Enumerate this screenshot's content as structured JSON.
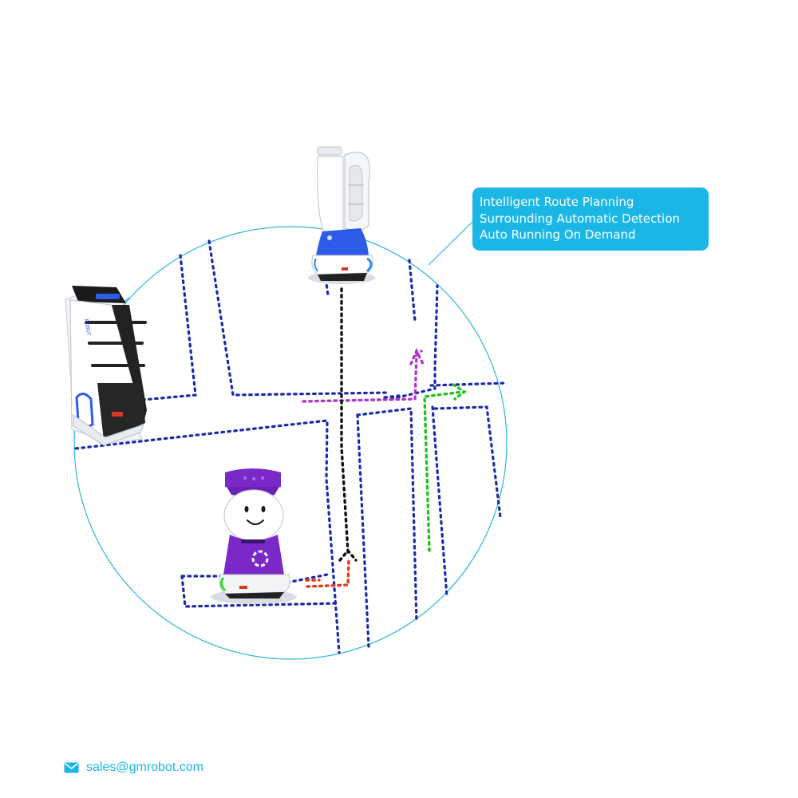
{
  "callout": {
    "lines": [
      "Intelligent Route Planning",
      "Surrounding Automatic Detection",
      "Auto Running On Demand"
    ]
  },
  "contact": {
    "email": "sales@gmrobot.com",
    "icon": "mail-icon"
  },
  "robots": {
    "tray_robot": "delivery-robot-black",
    "hostess_robot": "reception-robot-blue",
    "face_robot": "guide-robot-purple"
  },
  "colors": {
    "accent": "#1ab7e6",
    "route_blue": "#1a2aa8",
    "route_purple": "#b036c9",
    "route_green": "#22c21e",
    "route_black": "#111111",
    "route_red": "#e63a16",
    "robot_blue": "#2d5de8",
    "robot_purple": "#7b28c9"
  }
}
